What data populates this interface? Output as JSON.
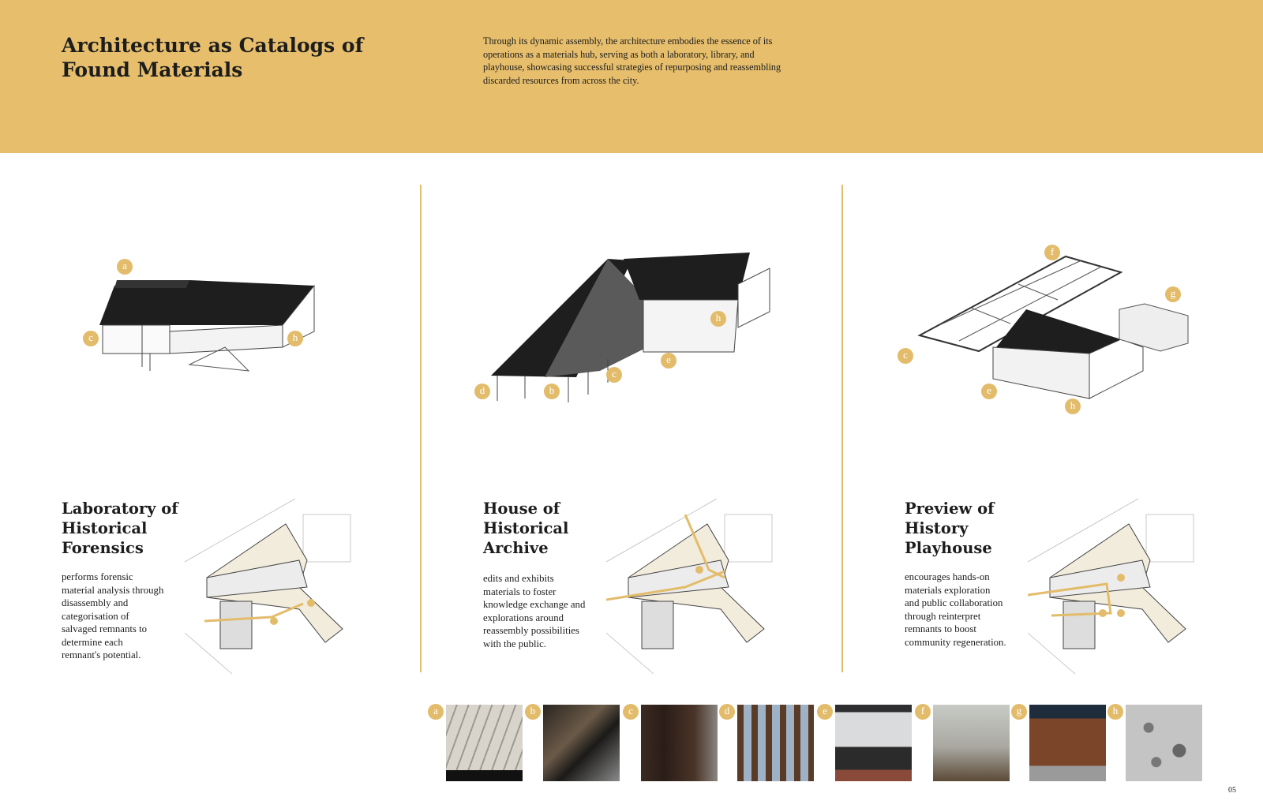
{
  "header": {
    "title": "Architecture as Catalogs of Found Materials",
    "intro": "Through its dynamic assembly, the architecture embodies the essence of its operations as a materials hub, serving as both a laboratory, library, and playhouse, showcasing successful strategies of repurposing and reassembling discarded resources from across the city."
  },
  "sections": [
    {
      "title": "Laboratory of Historical Forensics",
      "body": "performs forensic material analysis through disassembly and categorisation of salvaged remnants to determine each remnant's potential.",
      "markers": [
        "a",
        "c",
        "h"
      ]
    },
    {
      "title": "House of Historical Archive",
      "body": "edits and exhibits materials to foster knowledge exchange and explorations around reassembly possibilities with the public.",
      "markers": [
        "d",
        "b",
        "c",
        "e",
        "h"
      ]
    },
    {
      "title": "Preview of History Playhouse",
      "body": "encourages hands-on materials exploration and public collaboration through reinterpret remnants to boost community regeneration.",
      "markers": [
        "f",
        "g",
        "c",
        "e",
        "h"
      ]
    }
  ],
  "materials": [
    {
      "label": "a",
      "icon": "corrugated-metal-roof-photo"
    },
    {
      "label": "b",
      "icon": "timber-truss-photo"
    },
    {
      "label": "c",
      "icon": "wooden-cabinet-photo"
    },
    {
      "label": "d",
      "icon": "patterned-glass-door-photo"
    },
    {
      "label": "e",
      "icon": "wooden-window-photo"
    },
    {
      "label": "f",
      "icon": "window-frames-photo"
    },
    {
      "label": "g",
      "icon": "wood-panel-photo"
    },
    {
      "label": "h",
      "icon": "terrazzo-photo"
    }
  ],
  "page_number": "05",
  "colors": {
    "band": "#E6BE6C",
    "accent": "#E3BC6B",
    "roof": "#1e1e1e"
  }
}
